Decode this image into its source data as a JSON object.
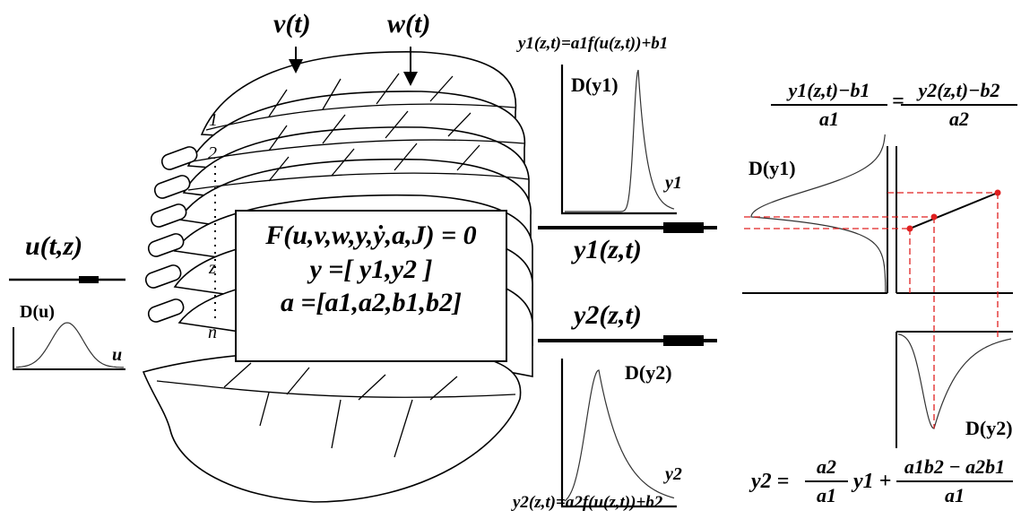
{
  "inputs": {
    "v_label": "v(t)",
    "w_label": "w(t)",
    "u_label": "u(t,z)"
  },
  "layer_labels": {
    "first": "1",
    "second": "2",
    "z": "z",
    "n": "n"
  },
  "model_box": {
    "equation": "F(u,v,w,y,ẏ,a,J) = 0",
    "y_def": "y =[ y1,y2 ]",
    "a_def": "a =[a1,a2,b1,b2]"
  },
  "outputs": {
    "y1_label": "y1(z,t)",
    "y2_label": "y2(z,t)"
  },
  "plots": {
    "Du": {
      "title": "D(u)",
      "axis": "u"
    },
    "Dy1_top": {
      "formula": "y1(z,t)=a1f(u(z,t))+b1",
      "title": "D(y1)",
      "axis": "y1"
    },
    "Dy2_bottom": {
      "formula": "y2(z,t)=a2f(u(z,t))+b2",
      "title": "D(y2)",
      "axis": "y2"
    },
    "right_Dy1": {
      "title": "D(y1)"
    },
    "right_Dy2": {
      "title": "D(y2)"
    }
  },
  "relations": {
    "top_left_num": "y1(z,t)−b1",
    "top_left_den": "a1",
    "equals": "=",
    "top_right_num": "y2(z,t)−b2",
    "top_right_den": "a2",
    "bottom_lhs": "y2 =",
    "bottom_frac1_num": "a2",
    "bottom_frac1_den": "a1",
    "bottom_mid": "y1 +",
    "bottom_frac2_num": "a1b2 − a2b1",
    "bottom_frac2_den": "a1"
  },
  "colors": {
    "ink": "#000000",
    "dashed": "#e02020",
    "point": "#e02020"
  }
}
